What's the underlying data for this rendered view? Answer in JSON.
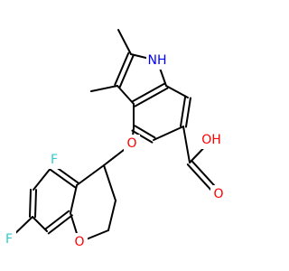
{
  "atom_labels": {
    "nh": "NH",
    "ether_o": "O",
    "acid_oh": "OH",
    "acid_o": "O",
    "f_top": "F",
    "f_bottom": "F",
    "ring_o": "O"
  },
  "colors": {
    "bond": "#000000",
    "nitrogen": "#0000ff",
    "oxygen": "#ff0000",
    "fluorine": "#33cccc"
  }
}
